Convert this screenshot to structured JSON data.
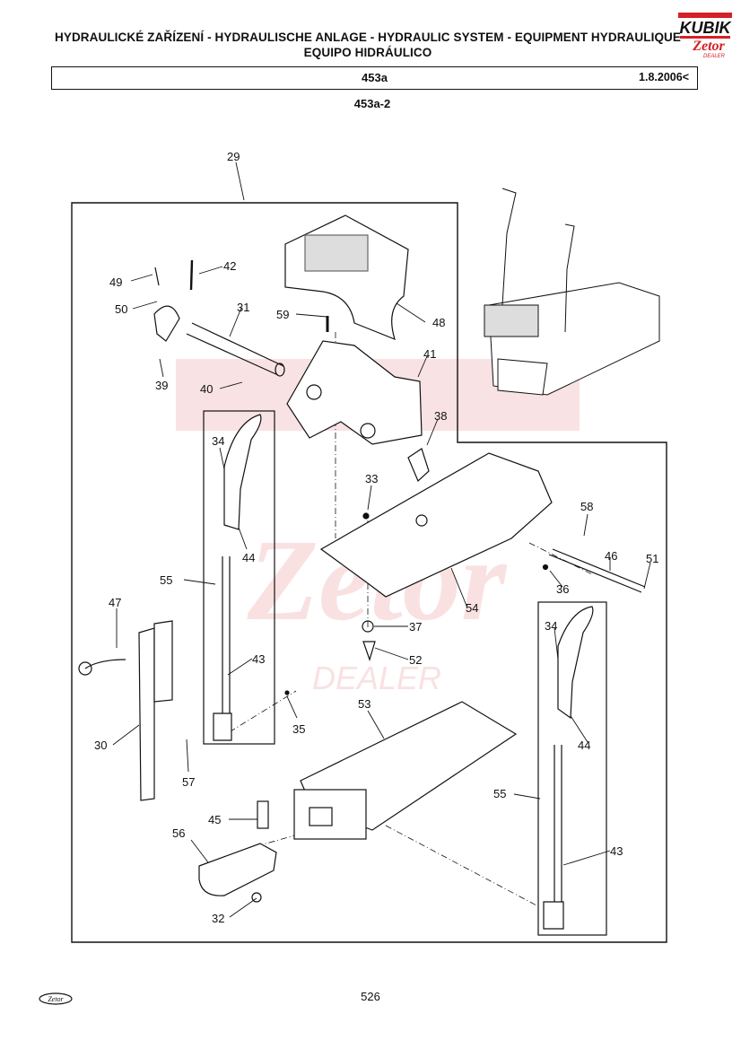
{
  "header": {
    "title_line1": "HYDRAULICKÉ ZAŘÍZENÍ - HYDRAULISCHE ANLAGE - HYDRAULIC SYSTEM - EQUIPMENT HYDRAULIQUE",
    "title_line2": "EQUIPO HIDRÁULICO",
    "group_code": "453a",
    "date": "1.8.2006<",
    "sub_code": "453a-2"
  },
  "logo": {
    "brand": "KUBIK",
    "sub": "Zetor",
    "tag": "DEALER",
    "color": "#d42027"
  },
  "diagram": {
    "part_numbers": [
      "29",
      "49",
      "42",
      "50",
      "31",
      "59",
      "48",
      "41",
      "39",
      "40",
      "38",
      "34",
      "33",
      "44",
      "58",
      "55",
      "46",
      "51",
      "36",
      "54",
      "47",
      "37",
      "34",
      "43",
      "52",
      "35",
      "53",
      "30",
      "44",
      "57",
      "55",
      "45",
      "56",
      "43",
      "32"
    ]
  },
  "footer": {
    "page_number": "526",
    "brand_mark": "Zetor"
  }
}
